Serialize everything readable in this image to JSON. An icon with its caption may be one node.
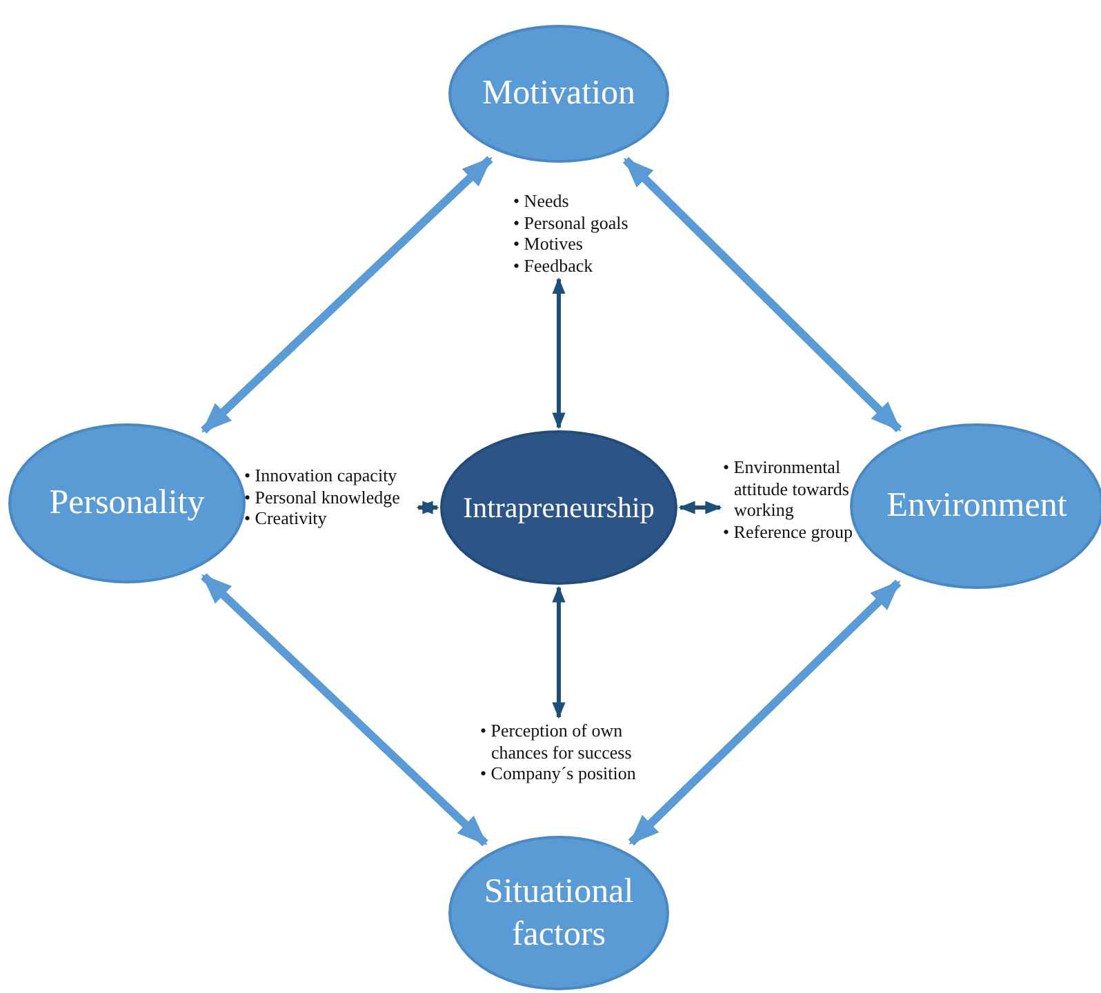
{
  "diagram": {
    "nodes": [
      {
        "text": [
          "Motivation"
        ]
      },
      {
        "text": [
          "Personality"
        ]
      },
      {
        "text": [
          "Intrapreneurship"
        ]
      },
      {
        "text": [
          "Environment"
        ]
      },
      {
        "text": [
          "Situational factors"
        ]
      },
      {
        "text": [
          "• Needs",
          "• Personal goals",
          "• Motives",
          "• Feedback"
        ]
      },
      {
        "text": [
          "• Innovation capacity",
          "• Personal knowledge",
          "• Creativity"
        ]
      },
      {
        "text": [
          "• Environmental attitude towards working",
          "• Reference group"
        ]
      },
      {
        "text": [
          "• Perception of own chances for success",
          "• Company´s position"
        ]
      }
    ],
    "edges": [
      {
        "from": 0,
        "to": 1,
        "arrow": "both",
        "style": "thick"
      },
      {
        "from": 0,
        "to": 3,
        "arrow": "both",
        "style": "thick"
      },
      {
        "from": 1,
        "to": 4,
        "arrow": "both",
        "style": "thick"
      },
      {
        "from": 3,
        "to": 4,
        "arrow": "both",
        "style": "thick"
      },
      {
        "from": 2,
        "to": 5,
        "arrow": "both",
        "color": "#1f4e79"
      },
      {
        "from": 2,
        "to": 6,
        "arrow": "both",
        "color": "#1f4e79"
      },
      {
        "from": 2,
        "to": 7,
        "arrow": "both",
        "color": "#1f4e79"
      },
      {
        "from": 2,
        "to": 8,
        "arrow": "both",
        "color": "#1f4e79"
      }
    ]
  }
}
